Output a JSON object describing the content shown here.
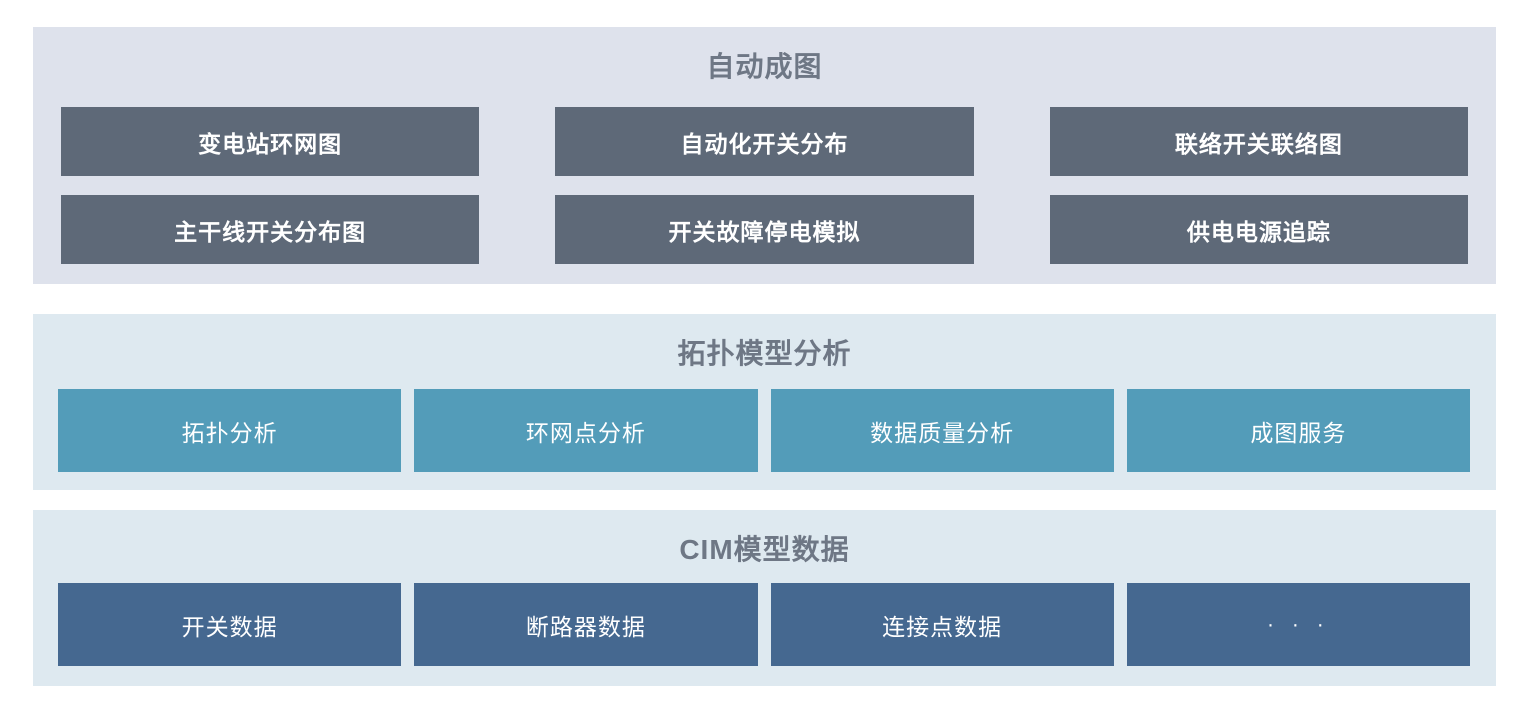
{
  "colors": {
    "panel_top_bg": "#dee2ec",
    "panel_mid_bg": "#dee9f0",
    "panel_bot_bg": "#dee9f0",
    "title_text": "#6e7785",
    "button_dark": "#5e6978",
    "button_teal": "#539cb9",
    "button_steel": "#456890",
    "button_text": "#ffffff",
    "page_bg": "#ffffff"
  },
  "panels": [
    {
      "id": "auto-mapping",
      "title": "自动成图",
      "buttons": [
        {
          "label": "变电站环网图"
        },
        {
          "label": "自动化开关分布"
        },
        {
          "label": "联络开关联络图"
        },
        {
          "label": "主干线开关分布图"
        },
        {
          "label": "开关故障停电模拟"
        },
        {
          "label": "供电电源追踪"
        }
      ]
    },
    {
      "id": "topology-model-analysis",
      "title": "拓扑模型分析",
      "buttons": [
        {
          "label": "拓扑分析"
        },
        {
          "label": "环网点分析"
        },
        {
          "label": "数据质量分析"
        },
        {
          "label": "成图服务"
        }
      ]
    },
    {
      "id": "cim-model-data",
      "title": "CIM模型数据",
      "buttons": [
        {
          "label": "开关数据"
        },
        {
          "label": "断路器数据"
        },
        {
          "label": "连接点数据"
        },
        {
          "label": "· · ·"
        }
      ]
    }
  ]
}
